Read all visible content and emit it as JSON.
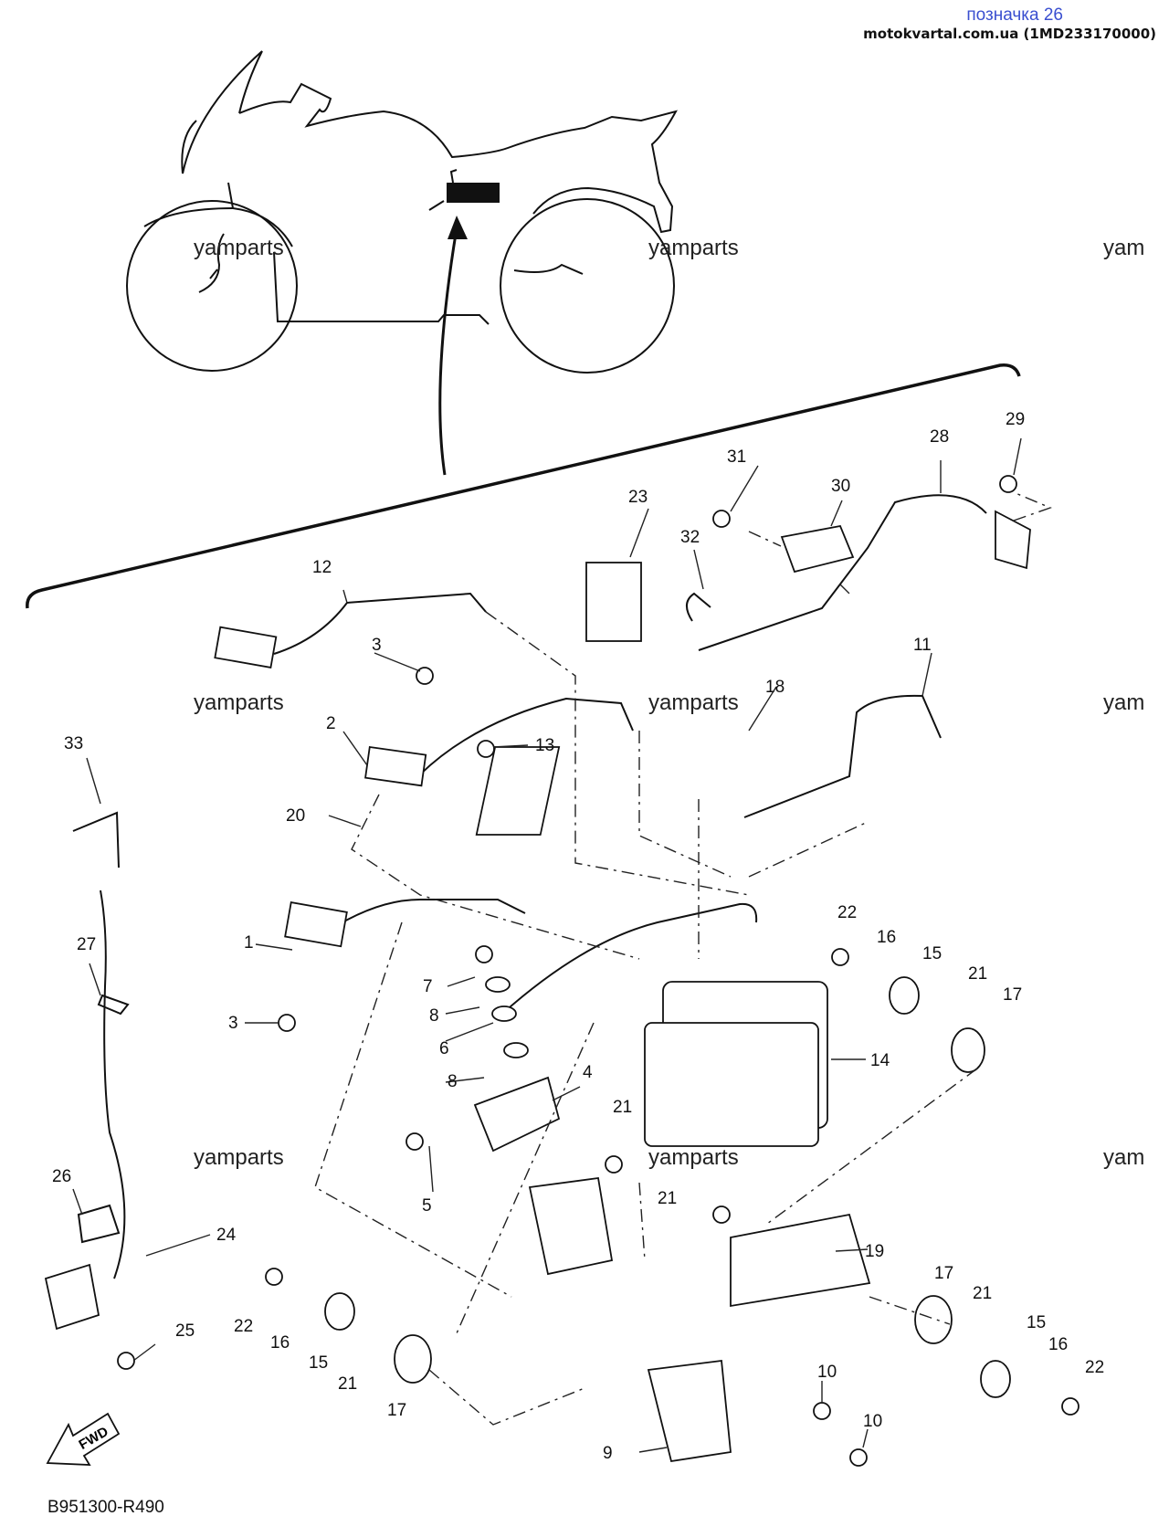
{
  "header": {
    "tag": "позначка 26",
    "site": "motokvartal.com.ua (1MD233170000)"
  },
  "watermarks": [
    "yamparts",
    "yamparts",
    "yam",
    "yamparts",
    "yamparts",
    "yam",
    "yamparts",
    "yamparts",
    "yam"
  ],
  "callouts": [
    "1",
    "2",
    "3",
    "3",
    "4",
    "5",
    "6",
    "7",
    "8",
    "8",
    "9",
    "10",
    "10",
    "11",
    "12",
    "13",
    "14",
    "15",
    "15",
    "15",
    "16",
    "16",
    "16",
    "17",
    "17",
    "17",
    "18",
    "19",
    "20",
    "21",
    "21",
    "21",
    "21",
    "21",
    "22",
    "22",
    "22",
    "23",
    "24",
    "25",
    "26",
    "27",
    "28",
    "29",
    "30",
    "31",
    "32",
    "33"
  ],
  "diagram_code": "B951300-R490",
  "fwd_label": "FWD"
}
